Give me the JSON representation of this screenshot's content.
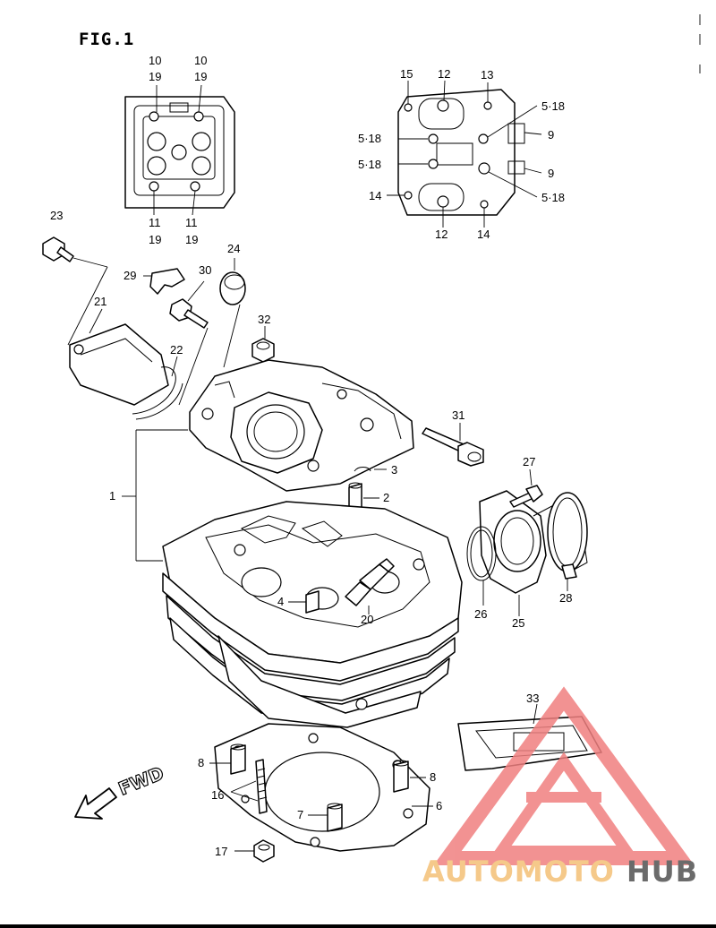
{
  "figure": {
    "title": "FIG.1"
  },
  "direction": {
    "label": "FWD"
  },
  "callouts": {
    "c1": "1",
    "c2": "2",
    "c3": "3",
    "c4": "4",
    "c6": "6",
    "c7": "7",
    "c8a": "8",
    "c8b": "8",
    "c9a": "9",
    "c9b": "9",
    "c10a": "10",
    "c10b": "10",
    "c11a": "11",
    "c11b": "11",
    "c12a": "12",
    "c12b": "12",
    "c13": "13",
    "c14a": "14",
    "c14b": "14",
    "c15": "15",
    "c16": "16",
    "c17": "17",
    "c518a": "5·18",
    "c518b": "5·18",
    "c518c": "5·18",
    "c518d": "5·18",
    "c19a": "19",
    "c19b": "19",
    "c19c": "19",
    "c19d": "19",
    "c20": "20",
    "c21": "21",
    "c22": "22",
    "c23": "23",
    "c24": "24",
    "c25": "25",
    "c26": "26",
    "c27": "27",
    "c28": "28",
    "c29": "29",
    "c30": "30",
    "c31": "31",
    "c32": "32",
    "c33": "33"
  },
  "watermark": {
    "brand_left": "AUTOMOTO",
    "brand_right": "HUB",
    "color_accent": "#f08080",
    "color_gold": "#f5c98a",
    "color_gray": "#6b6b6b"
  }
}
